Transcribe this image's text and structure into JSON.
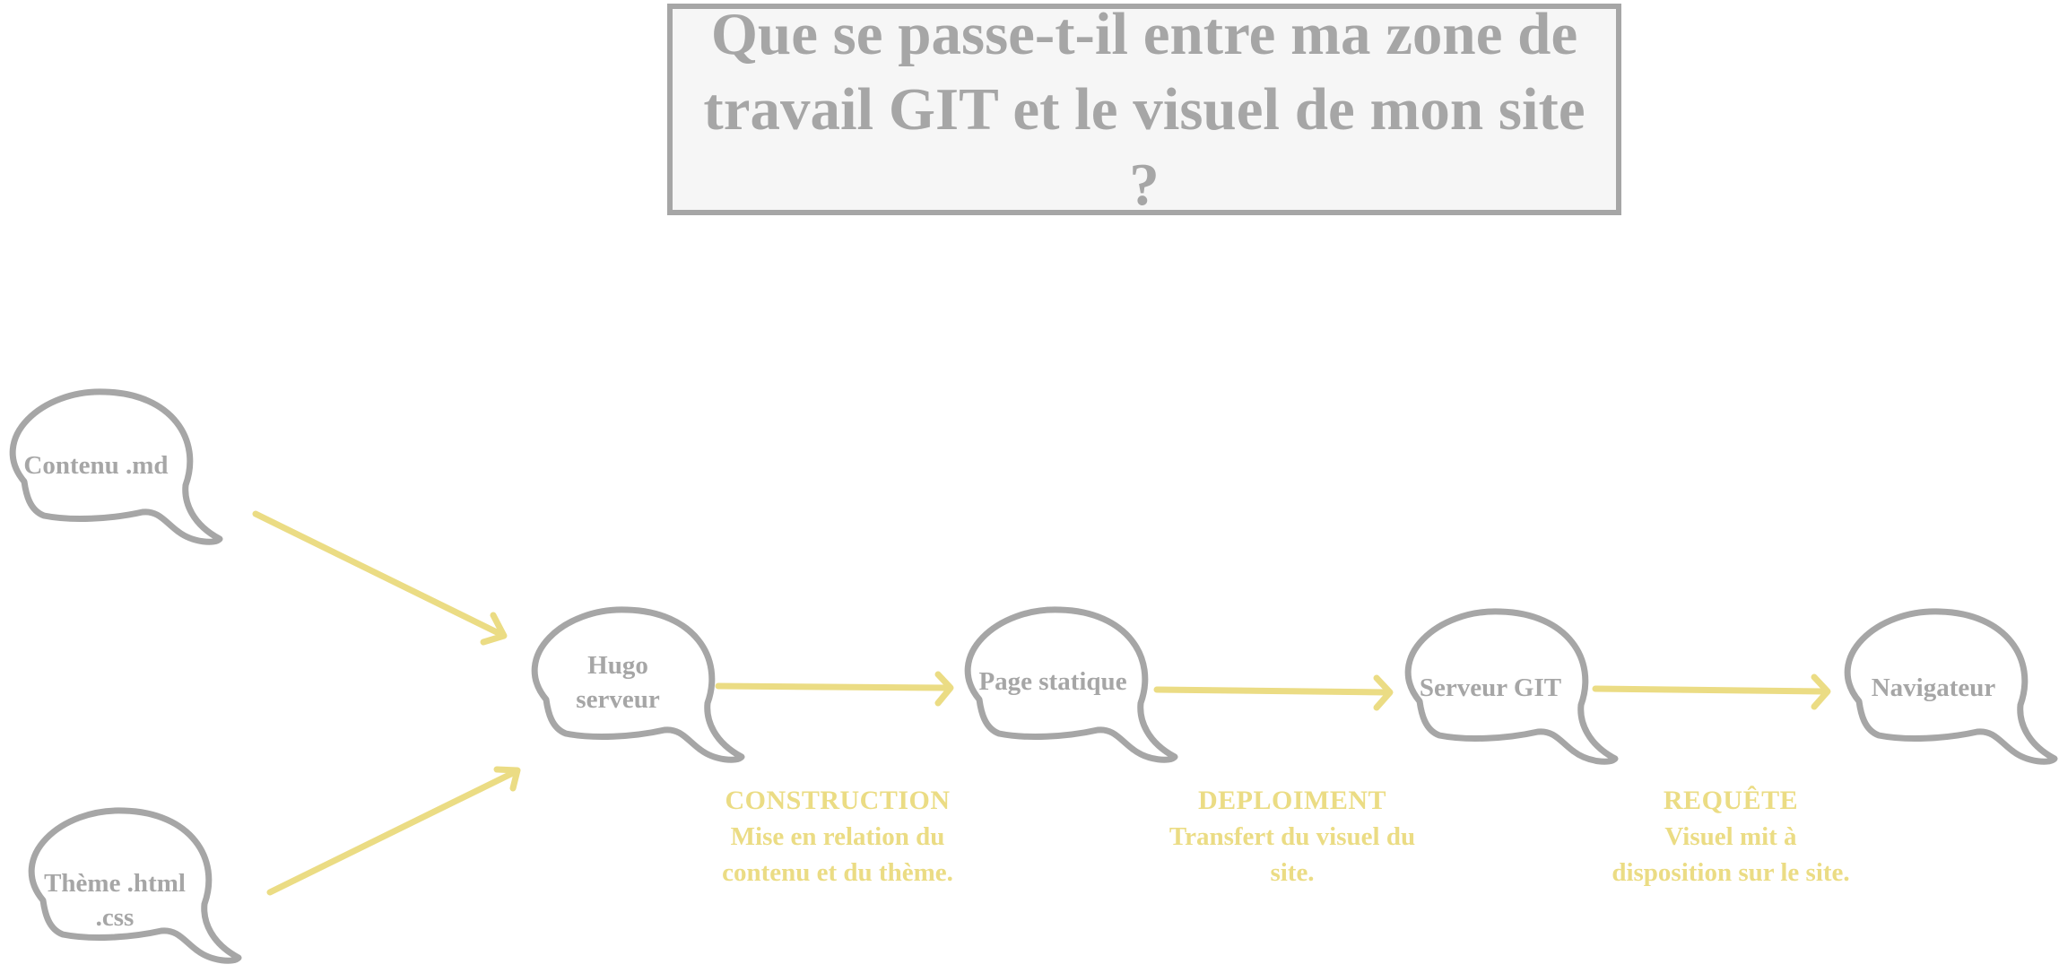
{
  "title": "Que se passe-t-il entre ma zone de travail GIT et le visuel de mon site ?",
  "colors": {
    "bubble_outline": "#a6a6a6",
    "text_gray": "#a6a6a6",
    "arrow_yellow": "#ebdc84",
    "title_bg": "#f6f6f6"
  },
  "nodes": {
    "contenu": "Contenu .md",
    "theme": "Thème .html\n.css",
    "hugo": "Hugo\nserveur",
    "page_statique": "Page statique",
    "serveur_git": "Serveur GIT",
    "navigateur": "Navigateur"
  },
  "steps": {
    "construction": {
      "name": "CONSTRUCTION",
      "desc": "Mise en relation du contenu et du thème."
    },
    "deploiement": {
      "name": "DEPLOIMENT",
      "desc": "Transfert du visuel du site."
    },
    "requete": {
      "name": "REQUÊTE",
      "desc": "Visuel mit à disposition sur le site."
    }
  }
}
